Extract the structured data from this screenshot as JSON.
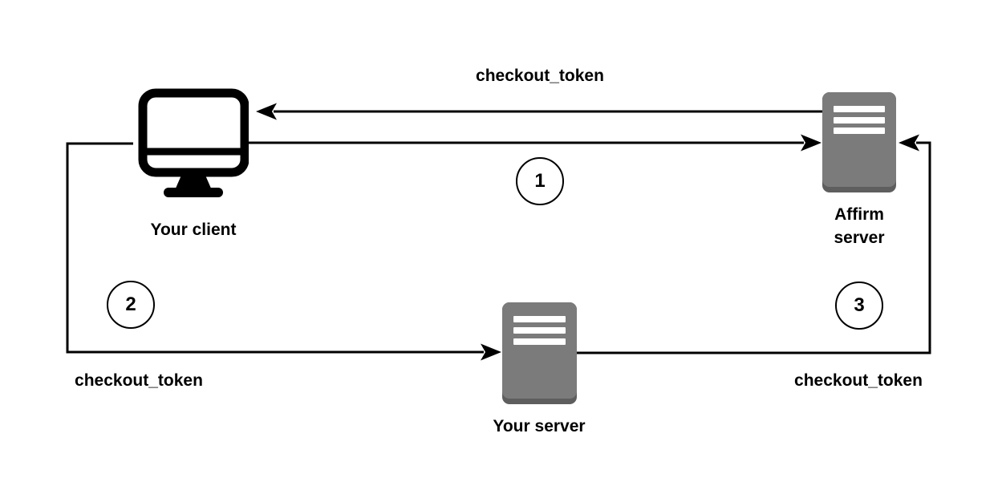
{
  "diagram": {
    "nodes": [
      {
        "id": "client",
        "label": "Your client",
        "icon": "monitor-icon"
      },
      {
        "id": "affirm-server",
        "label": "Affirm server",
        "icon": "server-icon"
      },
      {
        "id": "your-server",
        "label": "Your server",
        "icon": "server-icon"
      }
    ],
    "edges": [
      {
        "from": "affirm-server",
        "to": "client",
        "label": "checkout_token",
        "step": ""
      },
      {
        "from": "client",
        "to": "affirm-server",
        "label": "",
        "step": "1"
      },
      {
        "from": "client",
        "to": "your-server",
        "label": "checkout_token",
        "step": "2"
      },
      {
        "from": "your-server",
        "to": "affirm-server",
        "label": "checkout_token",
        "step": "3"
      }
    ],
    "colors": {
      "line": "#000000",
      "text": "#000000",
      "server_fill": "#7b7b7b",
      "server_shadow": "#5e5e5e",
      "server_slots": "#ffffff",
      "monitor": "#000000",
      "background": "#ffffff"
    }
  }
}
